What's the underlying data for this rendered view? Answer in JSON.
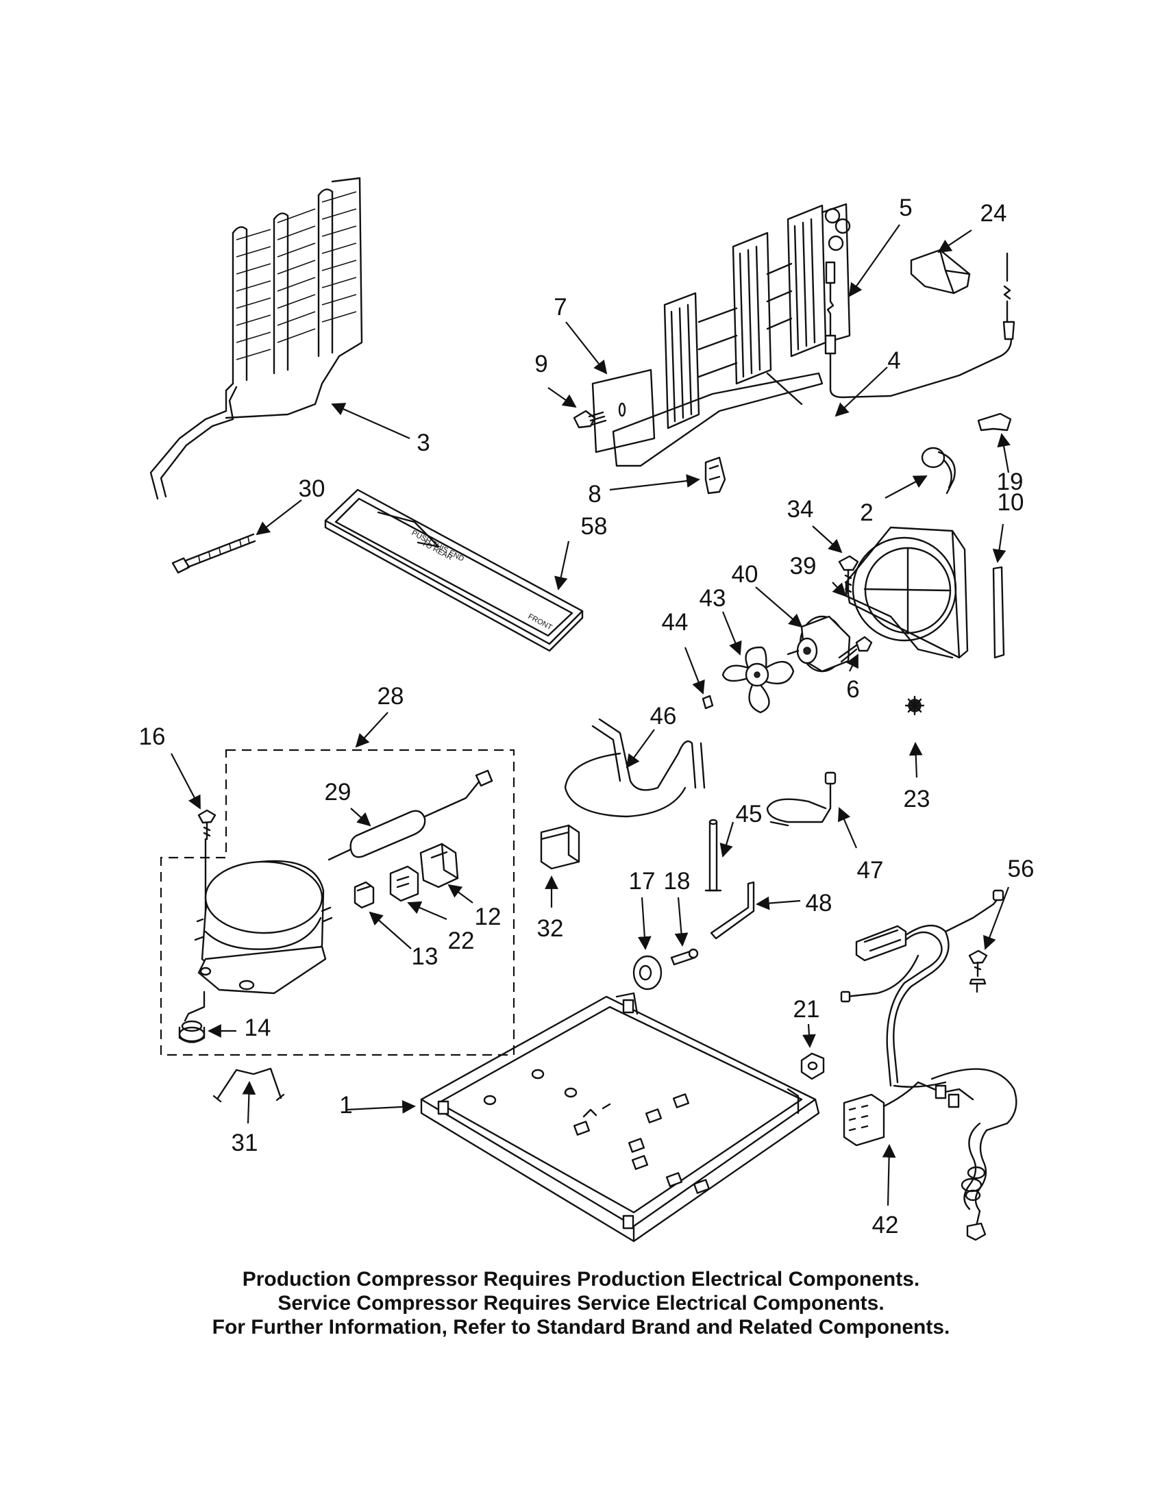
{
  "callouts": [
    "1",
    "2",
    "3",
    "4",
    "5",
    "6",
    "7",
    "8",
    "9",
    "10",
    "12",
    "13",
    "14",
    "16",
    "17",
    "18",
    "19",
    "21",
    "22",
    "23",
    "24",
    "28",
    "29",
    "30",
    "31",
    "32",
    "34",
    "39",
    "40",
    "42",
    "43",
    "44",
    "45",
    "46",
    "47",
    "48",
    "56",
    "58"
  ],
  "drip_tray_stamp": {
    "line1": "PUSH THIS END",
    "line2": "TO REAR",
    "front": "FRONT"
  },
  "notes": [
    "Production Compressor Requires Production Electrical Components.",
    "Service Compressor Requires Service Electrical Components.",
    "For Further Information, Refer to Standard Brand and Related Components."
  ]
}
